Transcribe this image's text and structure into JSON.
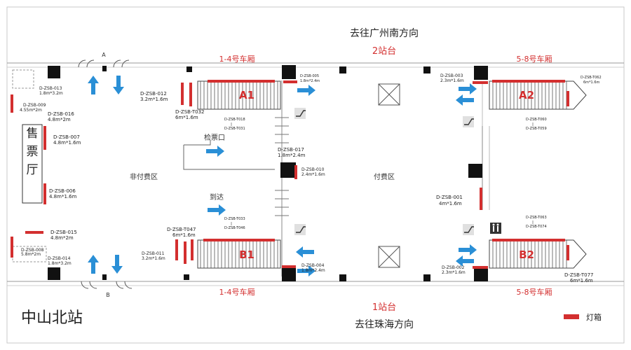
{
  "header": {
    "top_direction": "去往广州南方向",
    "top_platform": "2站台",
    "bottom_direction": "去往珠海方向",
    "bottom_platform": "1站台"
  },
  "car_labels": {
    "top_left": "1-4号车厢",
    "top_right": "5-8号车厢",
    "bottom_left": "1-4号车厢",
    "bottom_right": "5-8号车厢"
  },
  "station_name": "中山北站",
  "legend": {
    "label": "灯箱",
    "color": "#d32f2f"
  },
  "areas": {
    "ticket_hall": "售票厅",
    "unpaid": "非付费区",
    "paid": "付费区",
    "checkpoint": "检票口",
    "arrival": "到达",
    "exit_a": "A",
    "exit_b": "B"
  },
  "stairs": {
    "a1": "A1",
    "a2": "A2",
    "b1": "B1",
    "b2": "B2"
  },
  "signs": {
    "s013": {
      "id": "D-ZSB-013",
      "size": "1.8m*3.2m"
    },
    "s009": {
      "id": "D-ZSB-009",
      "size": "4.55m*2m"
    },
    "s016": {
      "id": "D-ZSB-016",
      "size": "4.8m*2m"
    },
    "s007": {
      "id": "D-ZSB-007",
      "size": "4.8m*1.6m"
    },
    "s006": {
      "id": "D-ZSB-006",
      "size": "4.8m*1.6m"
    },
    "s015": {
      "id": "D-ZSB-015",
      "size": "4.8m*2m"
    },
    "s008": {
      "id": "D-ZSB-008",
      "size": "5.8m*2m"
    },
    "s014": {
      "id": "D-ZSB-014",
      "size": "1.8m*3.2m"
    },
    "s012": {
      "id": "D-ZSB-012",
      "size": "3.2m*1.6m"
    },
    "t032": {
      "id": "D-ZSB-T032",
      "size": "6m*1.6m"
    },
    "t018": {
      "id": "D-ZSB-T018"
    },
    "t031": {
      "id": "D-ZSB-T031"
    },
    "s005": {
      "id": "D-ZSB-005",
      "size": "1.8m*2.4m"
    },
    "s017": {
      "id": "D-ZSB-017",
      "size": "1.8m*2.4m"
    },
    "s010": {
      "id": "D-ZSB-010",
      "size": "2.4m*1.6m"
    },
    "t047": {
      "id": "D-ZSB-T047",
      "size": "6m*1.6m"
    },
    "t033": {
      "id": "D-ZSB-T033"
    },
    "t046": {
      "id": "D-ZSB-T046"
    },
    "s011": {
      "id": "D-ZSB-011",
      "size": "3.2m*1.6m"
    },
    "s004": {
      "id": "D-ZSB-004",
      "size": "1.8m*2.4m"
    },
    "s003": {
      "id": "D-ZSB-003",
      "size": "2.3m*1.6m"
    },
    "t062": {
      "id": "D-ZSB-T062",
      "size": "6m*1.6m"
    },
    "t060": {
      "id": "D-ZSB-T060"
    },
    "t059": {
      "id": "D-ZSB-T059"
    },
    "s001": {
      "id": "D-ZSB-001",
      "size": "4m*1.6m"
    },
    "t063": {
      "id": "D-ZSB-T063"
    },
    "t074": {
      "id": "D-ZSB-T074"
    },
    "s002": {
      "id": "D-ZSB-002",
      "size": "2.3m*1.6m"
    },
    "t077": {
      "id": "D-ZSB-T077",
      "size": "6m*1.6m"
    }
  }
}
